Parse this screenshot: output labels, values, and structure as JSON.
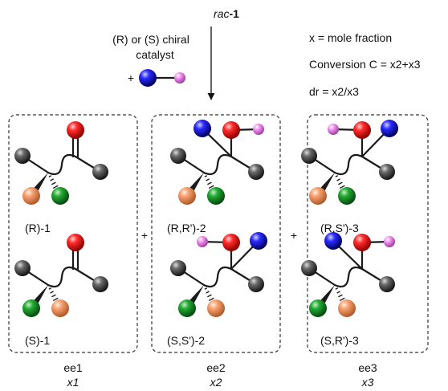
{
  "colors": {
    "black_atom": "#4a4a4a",
    "red_atom": "#ff1a1a",
    "blue_atom": "#2222ee",
    "pink_atom": "#f08cf0",
    "green_atom": "#1a9a2a",
    "orange_atom": "#f59b6a"
  },
  "atom_icons": [
    "black-sphere-icon",
    "red-sphere-icon",
    "blue-sphere-icon",
    "pink-sphere-icon",
    "green-sphere-icon",
    "orange-sphere-icon"
  ],
  "header": {
    "substrate_rac": "rac",
    "substrate_num": "-1",
    "catalyst_line1": "(R) or (S) chiral",
    "catalyst_line2": "catalyst",
    "plus": "+"
  },
  "definitions": {
    "mole_fraction": "x = mole fraction",
    "conversion": "Conversion C = x2+x3",
    "dr": "dr = x2/x3"
  },
  "panels": [
    {
      "top_label": "(R)-1",
      "bottom_label": "(S)-1",
      "ee": "ee1",
      "x": "x1"
    },
    {
      "top_label": "(R,R')-2",
      "bottom_label": "(S,S')-2",
      "ee": "ee2",
      "x": "x2"
    },
    {
      "top_label": "(R,S')-3",
      "bottom_label": "(S,R')-3",
      "ee": "ee3",
      "x": "x3"
    }
  ],
  "operators": [
    "+",
    "+"
  ]
}
